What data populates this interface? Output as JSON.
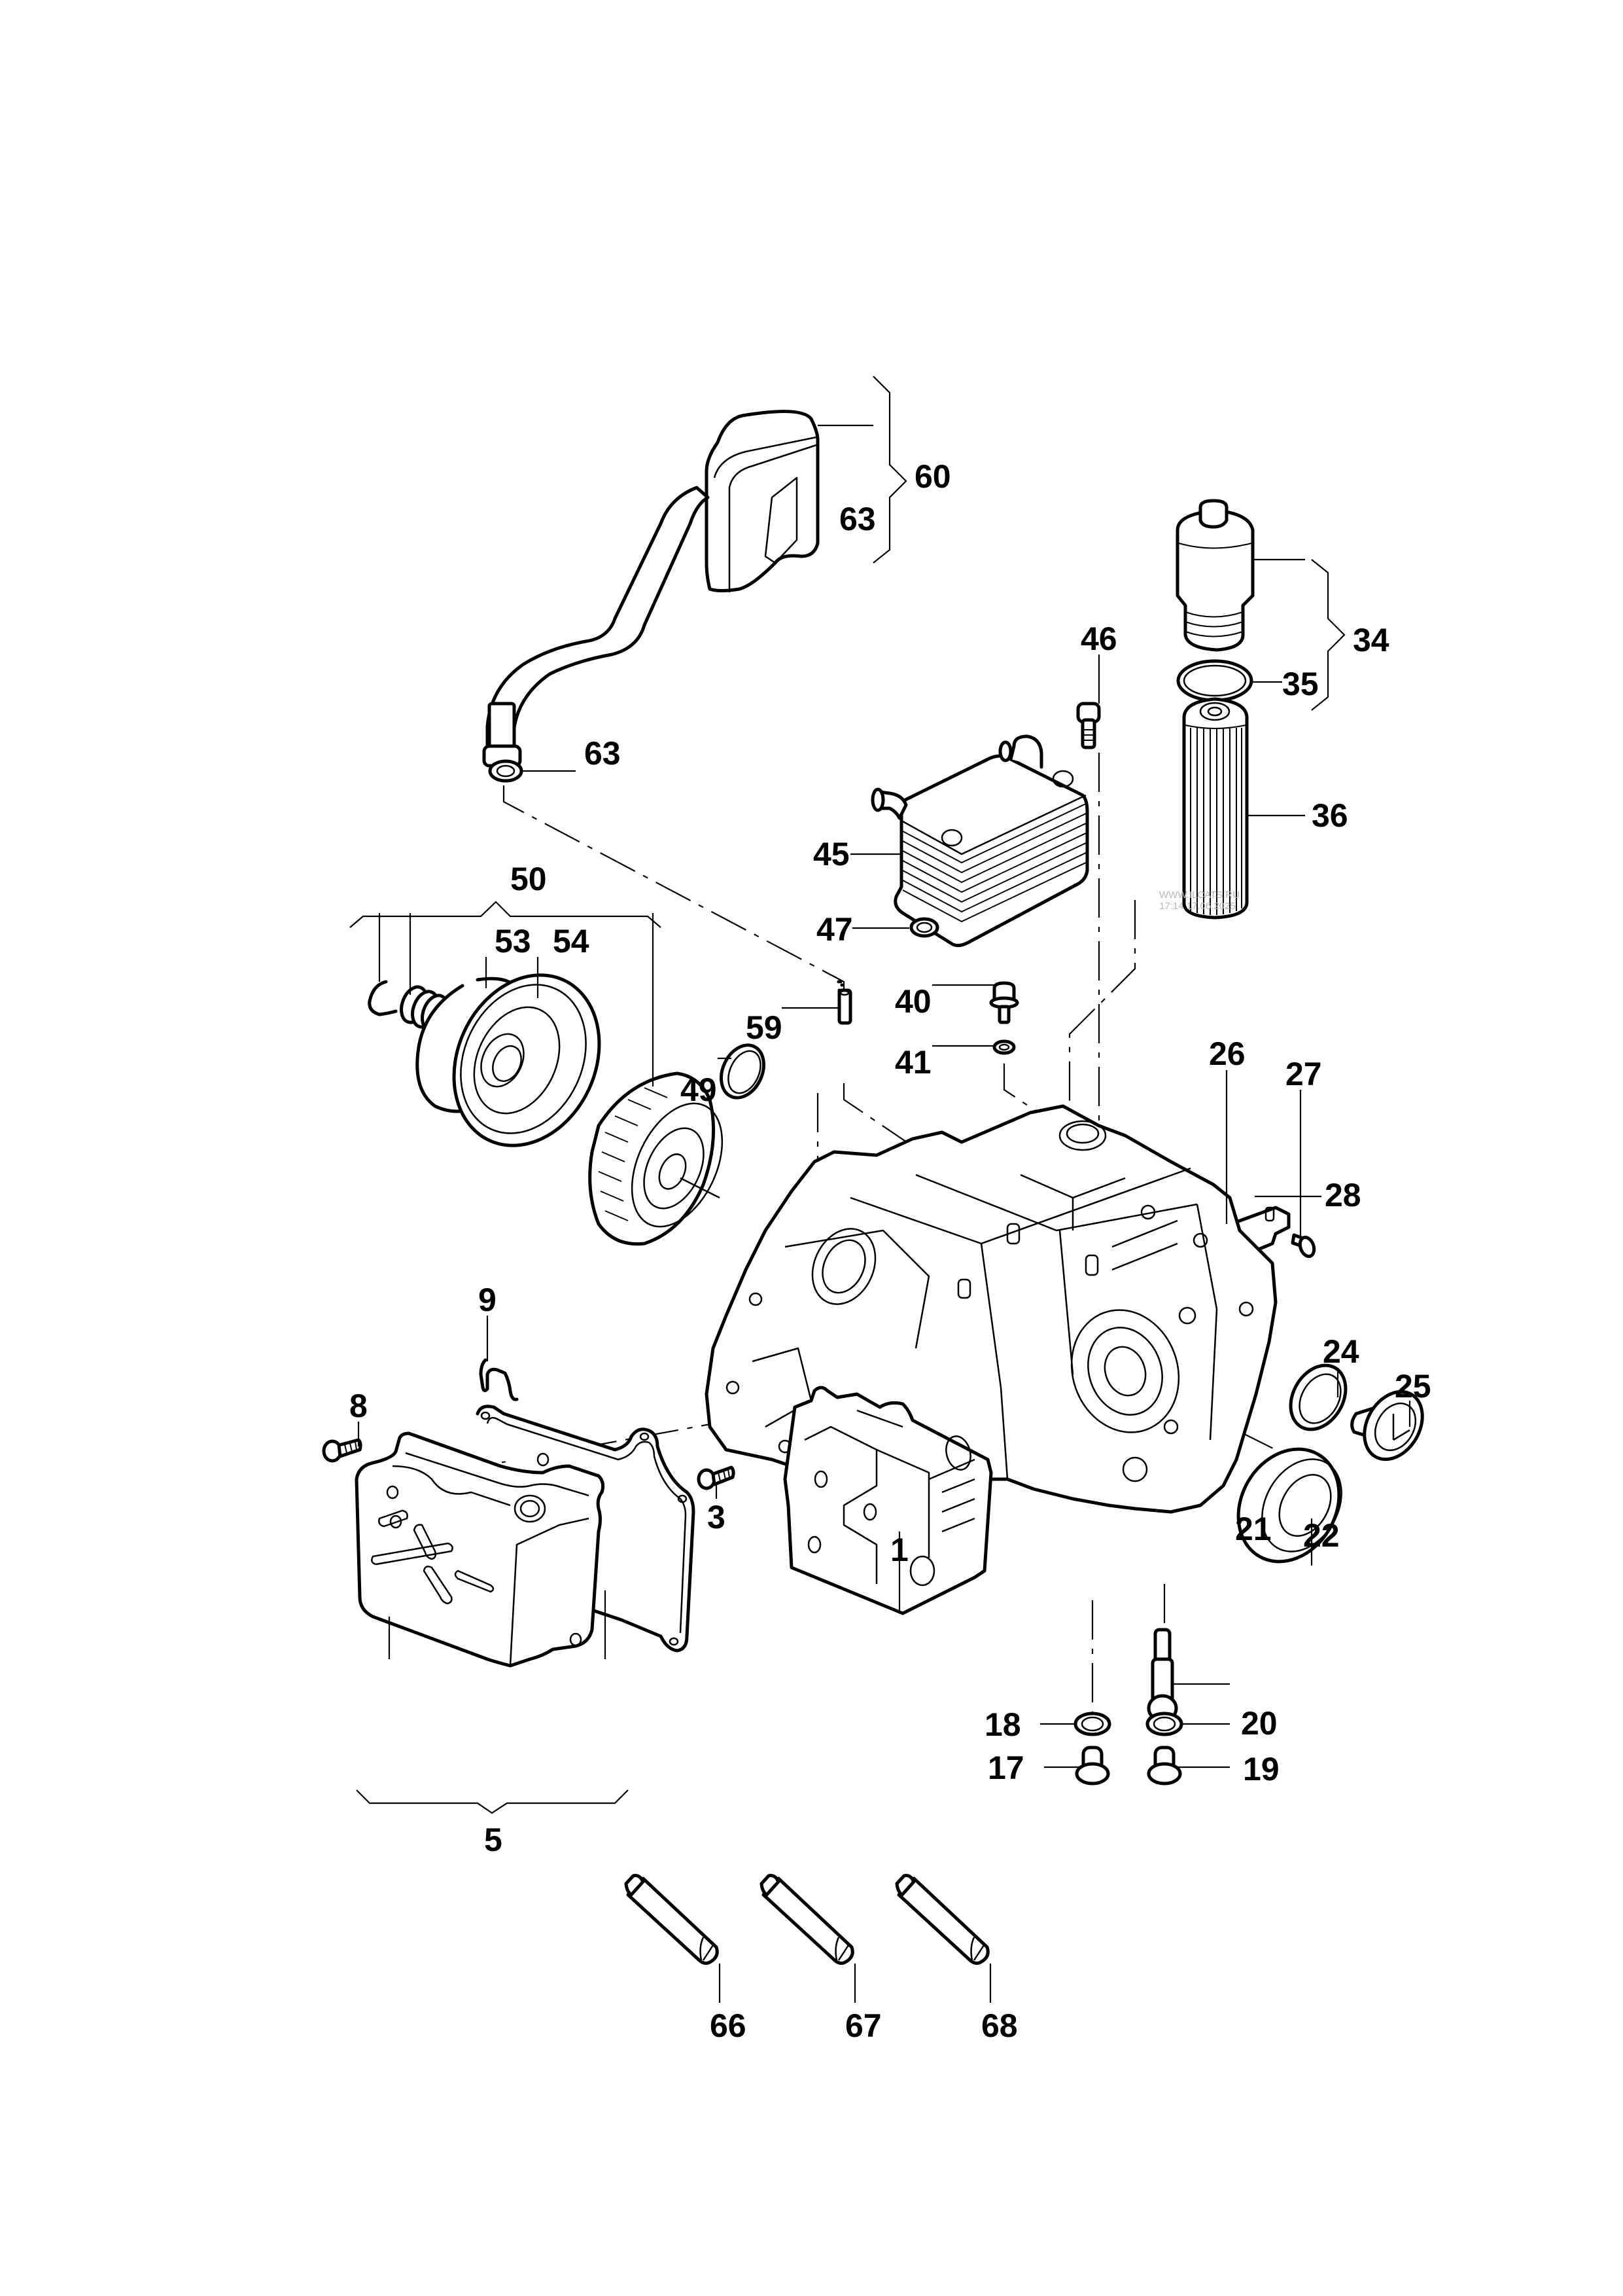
{
  "diagram": {
    "type": "exploded parts diagram",
    "line_color": "#000000",
    "background": "#ffffff",
    "watermark": {
      "site": "WWW.ILCATS.RU",
      "timestamp": "17:14 17.06.2025",
      "color": "#b8b8b8"
    },
    "callouts": {
      "c1": "1",
      "c3": "3",
      "c5": "5",
      "c8": "8",
      "c9": "9",
      "c17": "17",
      "c18": "18",
      "c19": "19",
      "c20": "20",
      "c21": "21",
      "c22": "22",
      "c24": "24",
      "c25": "25",
      "c26": "26",
      "c27": "27",
      "c28": "28",
      "c34": "34",
      "c35": "35",
      "c36": "36",
      "c40": "40",
      "c41": "41",
      "c45": "45",
      "c46": "46",
      "c47": "47",
      "c49": "49",
      "c50": "50",
      "c53": "53",
      "c54": "54",
      "c59": "59",
      "c60": "60",
      "c63a": "63",
      "c63b": "63",
      "c66": "66",
      "c67": "67",
      "c68": "68"
    },
    "groups": [
      {
        "label": "60",
        "members": [
          "60",
          "63"
        ]
      },
      {
        "label": "34",
        "members": [
          "34",
          "35"
        ]
      },
      {
        "label": "50",
        "members": [
          "53",
          "54"
        ]
      },
      {
        "label": "5",
        "members": [
          "5"
        ]
      }
    ]
  }
}
